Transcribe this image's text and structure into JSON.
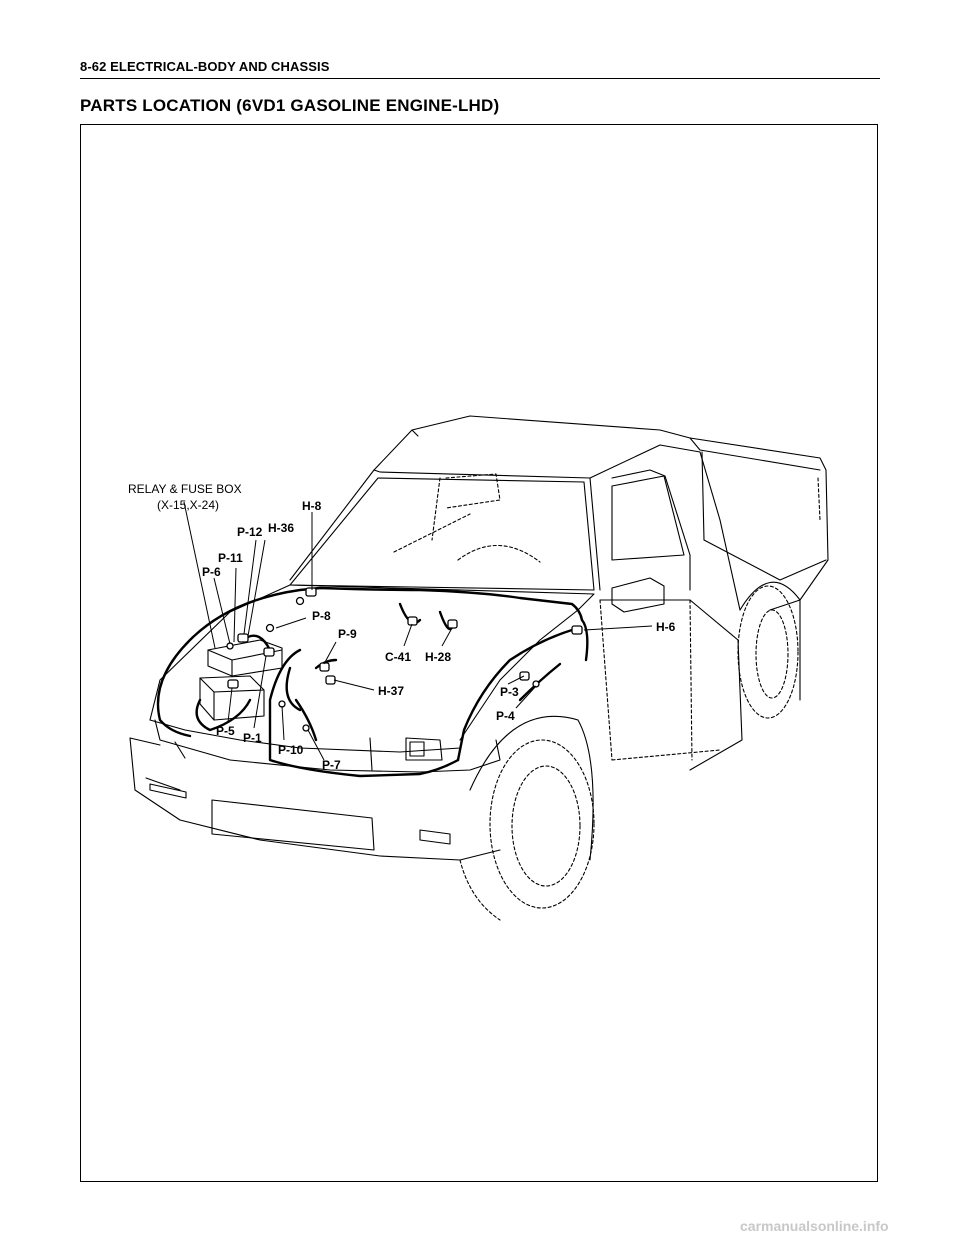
{
  "header": {
    "text": "8-62  ELECTRICAL-BODY AND CHASSIS"
  },
  "title": "PARTS LOCATION (6VD1 GASOLINE ENGINE-LHD)",
  "labels": {
    "relay_fuse_box_line1": "RELAY & FUSE BOX",
    "relay_fuse_box_line2": "(X-15,X-24)",
    "h8": "H-8",
    "p12": "P-12",
    "h36": "H-36",
    "p11": "P-11",
    "p6": "P-6",
    "p8": "P-8",
    "p9": "P-9",
    "c41": "C-41",
    "h28": "H-28",
    "h6": "H-6",
    "h37": "H-37",
    "p3": "P-3",
    "p4": "P-4",
    "p5": "P-5",
    "p1": "P-1",
    "p10": "P-10",
    "p7": "P-7"
  },
  "watermark": "carmanualsonline.info"
}
